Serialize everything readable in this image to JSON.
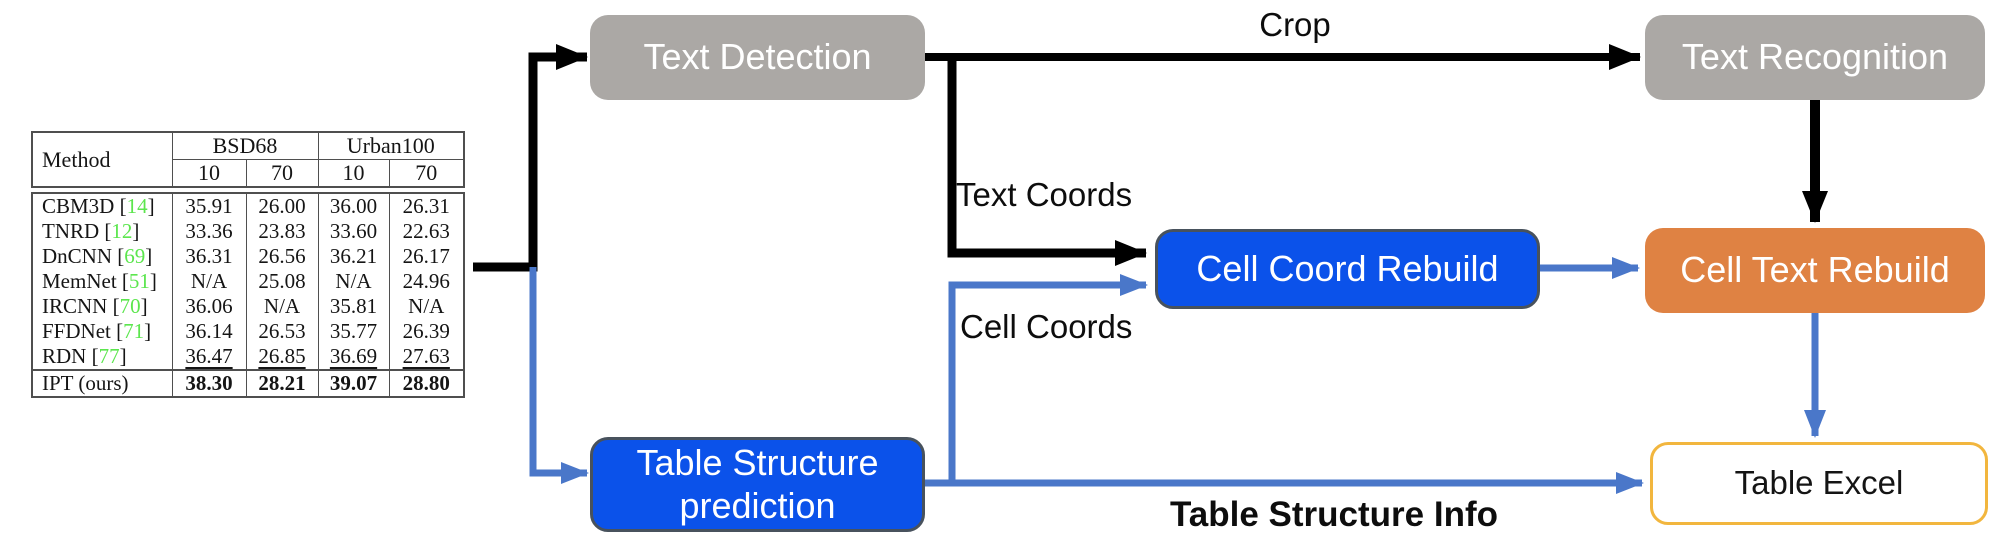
{
  "figure": {
    "nodes": {
      "text_detection": "Text Detection",
      "text_recognition": "Text Recognition",
      "cell_coord_rebuild": "Cell Coord Rebuild",
      "cell_text_rebuild": "Cell Text Rebuild",
      "table_structure_prediction": "Table Structure prediction",
      "table_excel": "Table Excel"
    },
    "edge_labels": {
      "crop": "Crop",
      "text_coords": "Text Coords",
      "cell_coords": "Cell Coords",
      "table_structure_info": "Table Structure Info"
    },
    "colors": {
      "node_gray": "#aba8a5",
      "node_blue": "#0b52ea",
      "node_blue_border": "#48525d",
      "node_orange": "#df8243",
      "excel_border_gold": "#f2b63e",
      "arrow_black": "#000000",
      "arrow_blue": "#4a77c9",
      "citation_green": "#5ce64e"
    }
  },
  "table": {
    "header": {
      "method": "Method",
      "groups": [
        {
          "label": "BSD68",
          "subs": [
            "10",
            "70"
          ]
        },
        {
          "label": "Urban100",
          "subs": [
            "10",
            "70"
          ]
        }
      ]
    },
    "rows": [
      {
        "method": "CBM3D",
        "cite": "14",
        "values": [
          "35.91",
          "26.00",
          "36.00",
          "26.31"
        ]
      },
      {
        "method": "TNRD",
        "cite": "12",
        "values": [
          "33.36",
          "23.83",
          "33.60",
          "22.63"
        ]
      },
      {
        "method": "DnCNN",
        "cite": "69",
        "values": [
          "36.31",
          "26.56",
          "36.21",
          "26.17"
        ]
      },
      {
        "method": "MemNet",
        "cite": "51",
        "values": [
          "N/A",
          "25.08",
          "N/A",
          "24.96"
        ]
      },
      {
        "method": "IRCNN",
        "cite": "70",
        "values": [
          "36.06",
          "N/A",
          "35.81",
          "N/A"
        ]
      },
      {
        "method": "FFDNet",
        "cite": "71",
        "values": [
          "36.14",
          "26.53",
          "35.77",
          "26.39"
        ]
      },
      {
        "method": "RDN",
        "cite": "77",
        "values": [
          "36.47",
          "26.85",
          "36.69",
          "27.63"
        ]
      },
      {
        "method": "IPT (ours)",
        "cite": "",
        "values": [
          "38.30",
          "28.21",
          "39.07",
          "28.80"
        ]
      }
    ]
  }
}
